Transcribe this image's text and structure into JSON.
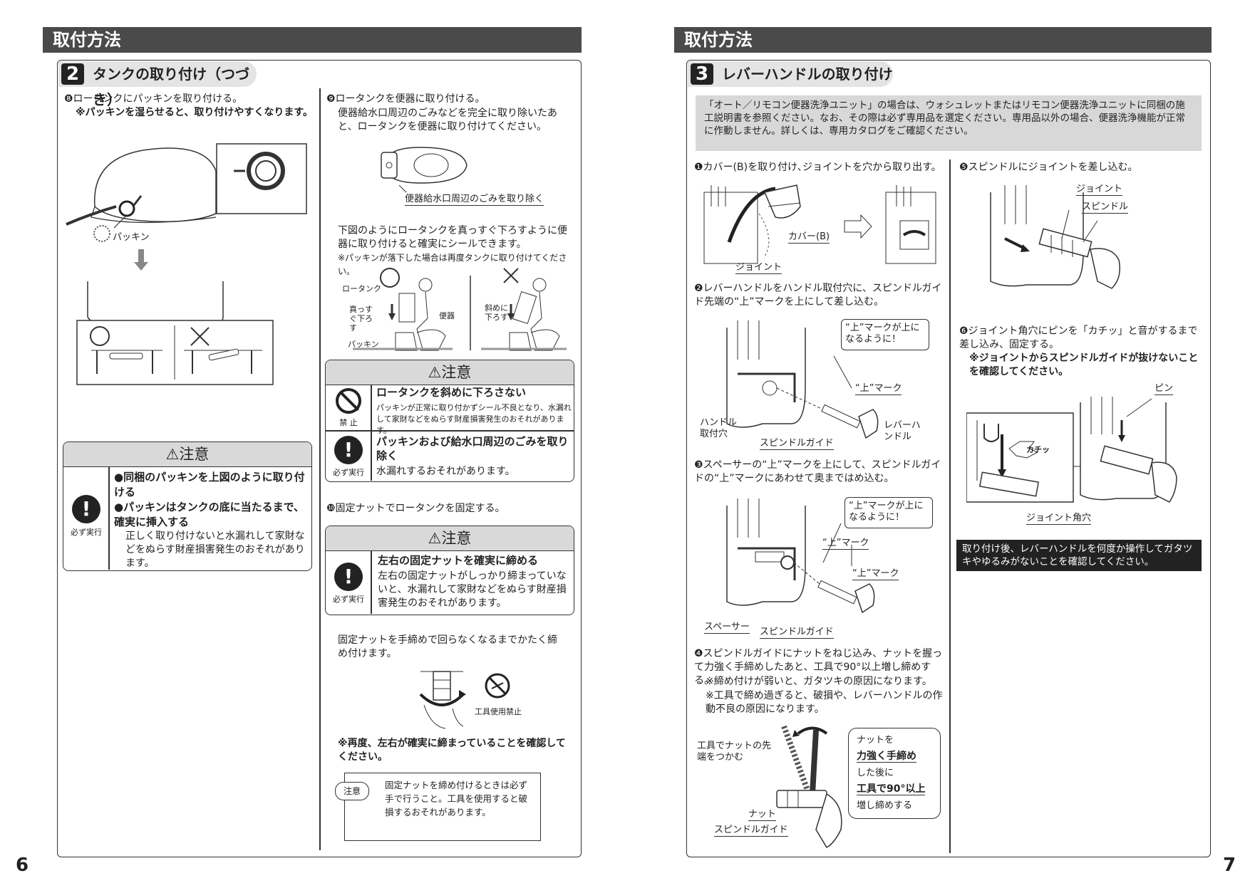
{
  "left": {
    "header": "取付方法",
    "section_num": "2",
    "section_title": "タンクの取り付け（つづき）",
    "step8_title": "❽ロータンクにパッキンを取り付ける。",
    "step8_note": "※パッキンを湿らせると、取り付けやすくなります。",
    "label_packing": "パッキン",
    "caution1_title": "⚠注意",
    "caution1_icon_label": "必ず実行",
    "caution1_b1": "●同梱のパッキンを上図のように取り付ける",
    "caution1_b2": "●パッキンはタンクの底に当たるまで、確実に挿入する",
    "caution1_text": "正しく取り付けないと水漏れして家財などをぬらす財産損害発生のおそれがあります。",
    "step9_title": "❾ロータンクを便器に取り付ける。",
    "step9_text": "便器給水口周辺のごみなどを完全に取り除いたあと、ロータンクを便器に取り付けてください。",
    "label_remove_dust": "便器給水口周辺のごみを取り除く",
    "step9_text2": "下図のようにロータンクを真っすぐ下ろすように便器に取り付けると確実にシールできます。",
    "step9_note": "※パッキンが落下した場合は再度タンクに取り付けてください。",
    "label_lowtank": "ロータンク",
    "label_straight": "真っすぐ下ろす",
    "label_bowl": "便器",
    "label_packing2": "パッキン",
    "label_diagonal": "斜めに下ろす",
    "caution2_title": "⚠注意",
    "caution2_icon1_label": "禁 止",
    "caution2_h1": "ロータンクを斜めに下ろさない",
    "caution2_t1": "パッキンが正常に取り付かずシール不良となり、水漏れして家財などをぬらす財産損害発生のおそれがあります。",
    "caution2_icon2_label": "必ず実行",
    "caution2_h2": "パッキンおよび給水口周辺のごみを取り除く",
    "caution2_t2": "水漏れするおそれがあります。",
    "step10_title": "❿固定ナットでロータンクを固定する。",
    "caution3_title": "⚠注意",
    "caution3_icon_label": "必ず実行",
    "caution3_h": "左右の固定ナットを確実に締める",
    "caution3_t": "左右の固定ナットがしっかり締まっていないと、水漏れして家財などをぬらす財産損害発生のおそれがあります。",
    "step10_text": "固定ナットを手締めで回らなくなるまでかたく締め付けます。",
    "label_no_tool": "工具使用禁止",
    "step10_note": "※再度、左右が確実に締まっていることを確認してください。",
    "note_badge": "注意",
    "note_box": "固定ナットを締め付けるときは必ず手で行うこと。工具を使用すると破損するおそれがあります。",
    "page_number": "6"
  },
  "right": {
    "header": "取付方法",
    "section_num": "3",
    "section_title": "レバーハンドルの取り付け",
    "info_box": "「オート／リモコン便器洗浄ユニット」の場合は、ウォシュレットまたはリモコン便器洗浄ユニットに同梱の施工説明書を参照ください。なお、その際は必ず専用品を選定ください。専用品以外の場合、便器洗浄機能が正常に作動しません。詳しくは、専用カタログをご確認ください。",
    "step1": "❶カバー(B)を取り付け､ジョイントを穴から取り出す。",
    "label_coverB": "カバー(B)",
    "label_joint": "ジョイント",
    "step2": "❷レバーハンドルをハンドル取付穴に、スピンドルガイド先端の“上”マークを上にして差し込む。",
    "bubble1": "“上”マークが上になるように！",
    "label_up_mark": "“上”マーク",
    "label_handle_hole": "ハンドル取付穴",
    "label_spindle_guide": "スピンドルガイド",
    "label_lever_handle": "レバーハンドル",
    "step3": "❸スペーサーの“上”マークを上にして、スピンドルガイドの“上”マークにあわせて奥まではめ込む。",
    "bubble2": "“上”マークが上になるように！",
    "label_up_mark2": "“上”マーク",
    "label_up_mark3": "“上”マーク",
    "label_spacer": "スペーサー",
    "label_spindle_guide2": "スピンドルガイド",
    "step4": "❹スピンドルガイドにナットをねじ込み、ナットを握って力強く手締めしたあと、工具で90°以上増し締めする。",
    "step4_n1": "※締め付けが弱いと、ガタツキの原因になります。",
    "step4_n2": "※工具で締め過ぎると、破損や、レバーハンドルの作動不良の原因になります。",
    "label_tool_grip": "工具でナットの先端をつかむ",
    "label_nut": "ナット",
    "label_spindle_guide3": "スピンドルガイド",
    "callout_l1": "ナットを",
    "callout_l2": "力強く手締め",
    "callout_l3": "した後に",
    "callout_l4": "工具で90°以上",
    "callout_l5": "増し締めする",
    "step5": "❺スピンドルにジョイントを差し込む。",
    "label_joint2": "ジョイント",
    "label_spindle": "スピンドル",
    "step6": "❻ジョイント角穴にピンを「カチッ」と音がするまで差し込み、固定する。",
    "step6_note": "※ジョイントからスピンドルガイドが抜けないことを確認してください。",
    "label_pin": "ピン",
    "label_click": "カチッ",
    "label_joint_hole": "ジョイント角穴",
    "final_note": "取り付け後、レバーハンドルを何度か操作してガタツキやゆるみがないことを確認してください。",
    "page_number": "7"
  }
}
